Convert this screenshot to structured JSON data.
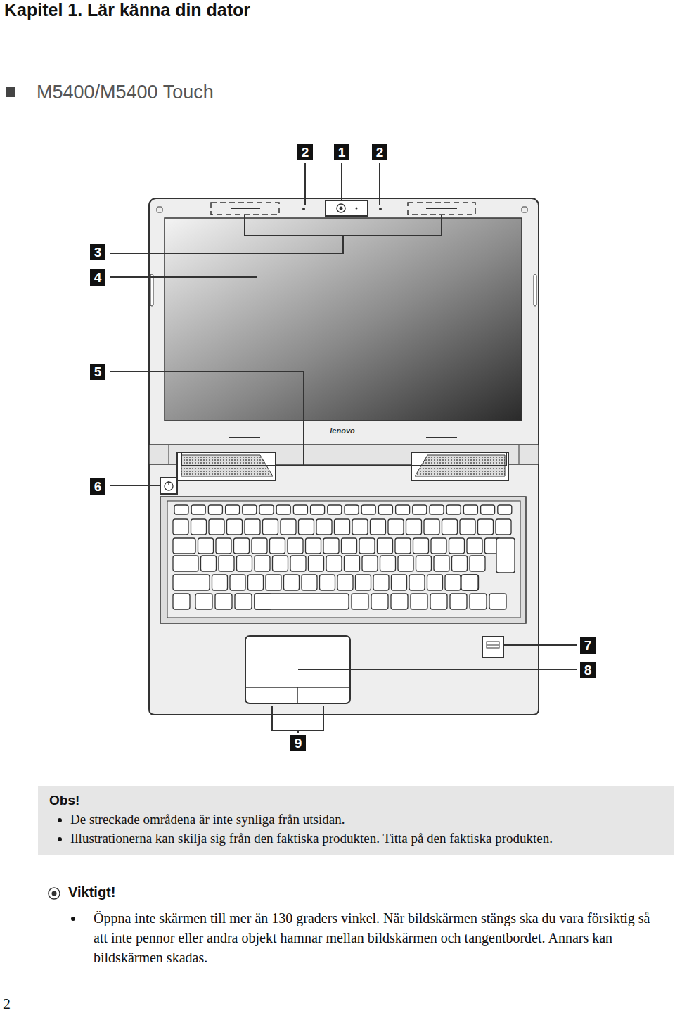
{
  "diagram": {
    "title": "Kapitel 1. Lär känna din dator",
    "nodes": [
      {
        "text": [
          "Obs!",
          "De streckade områdena är inte synliga från utsidan.",
          "Illustrationerna kan skilja sig från den faktiska produkten. Titta på den faktiska produkten."
        ]
      }
    ],
    "labels": [
      "M5400/M5400 Touch",
      "2",
      "1",
      "2",
      "3",
      "4",
      "5",
      "6",
      "7",
      "8",
      "9",
      "Viktigt!",
      "Öppna inte skärmen till mer än 130 graders vinkel. När bildskärmen stängs ska du vara försiktig så att inte pennor eller andra objekt hamnar mellan bildskärmen och tangentbordet. Annars kan bildskärmen skadas.",
      "2"
    ]
  }
}
